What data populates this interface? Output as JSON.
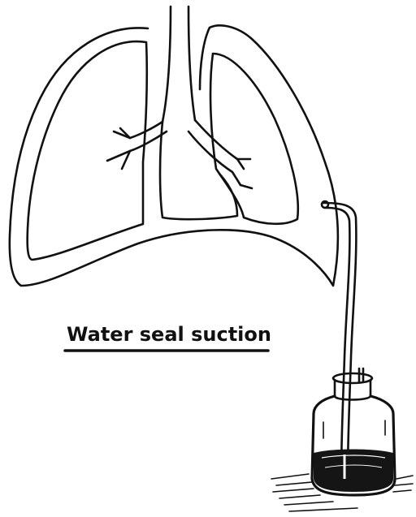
{
  "caption": "Water seal suction",
  "colors": {
    "ink": "#111111",
    "paper": "#ffffff",
    "fluid": "#151515"
  },
  "icons": {
    "lungs": "lungs-illustration",
    "bottle": "water-seal-bottle-illustration",
    "tube": "suction-tube"
  }
}
